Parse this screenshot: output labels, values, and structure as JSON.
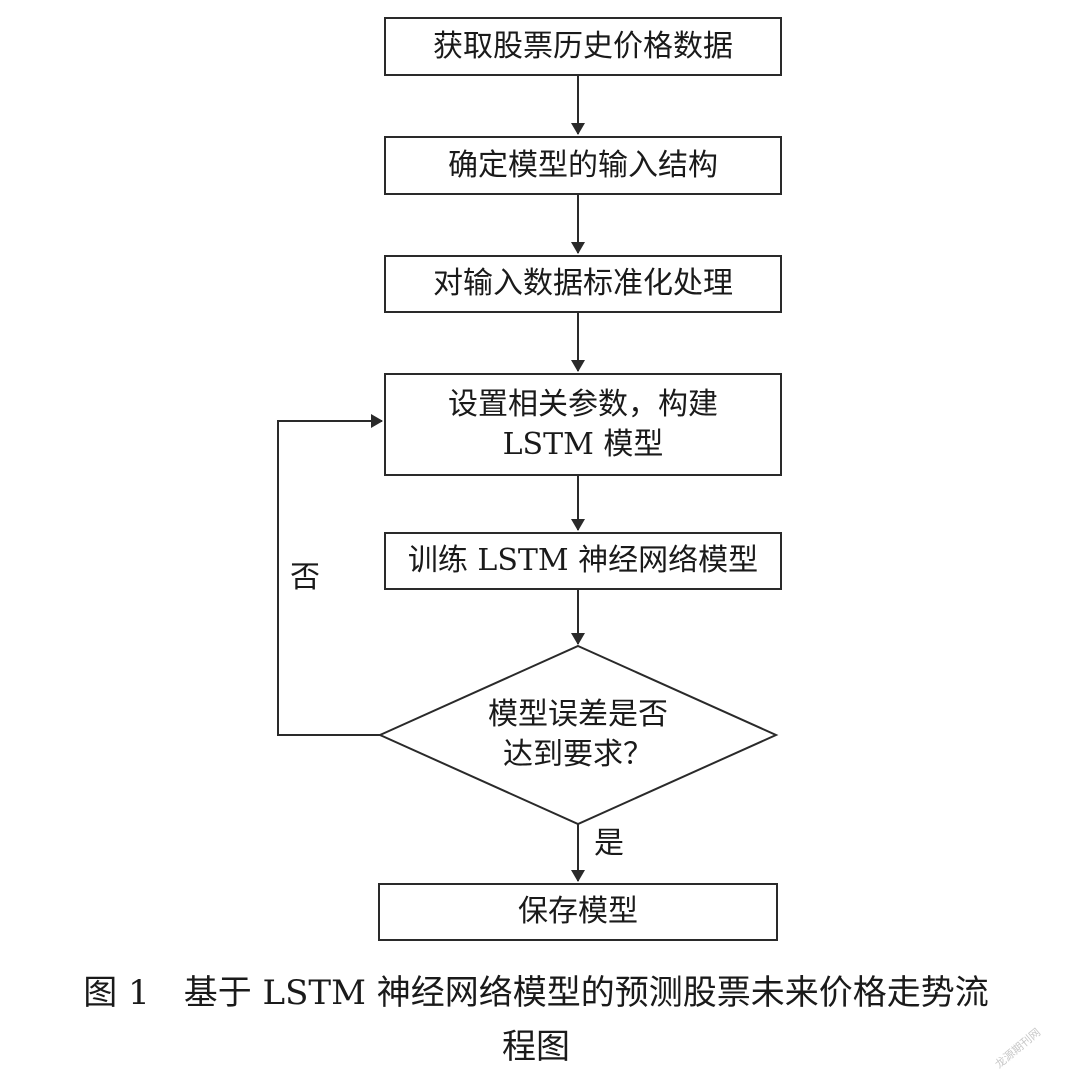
{
  "steps": {
    "s1": "获取股票历史价格数据",
    "s2": "确定模型的输入结构",
    "s3": "对输入数据标准化处理",
    "s4_line1": "设置相关参数，构建",
    "s4_line2": "LSTM 模型",
    "s5": "训练 LSTM 神经网络模型",
    "decision_line1": "模型误差是否",
    "decision_line2": "达到要求？",
    "s6": "保存模型"
  },
  "labels": {
    "no": "否",
    "yes": "是"
  },
  "caption": {
    "line1": "图 1　基于 LSTM 神经网络模型的预测股票未来价格走势流",
    "line2": "程图"
  },
  "watermark": "龙源期刊网"
}
